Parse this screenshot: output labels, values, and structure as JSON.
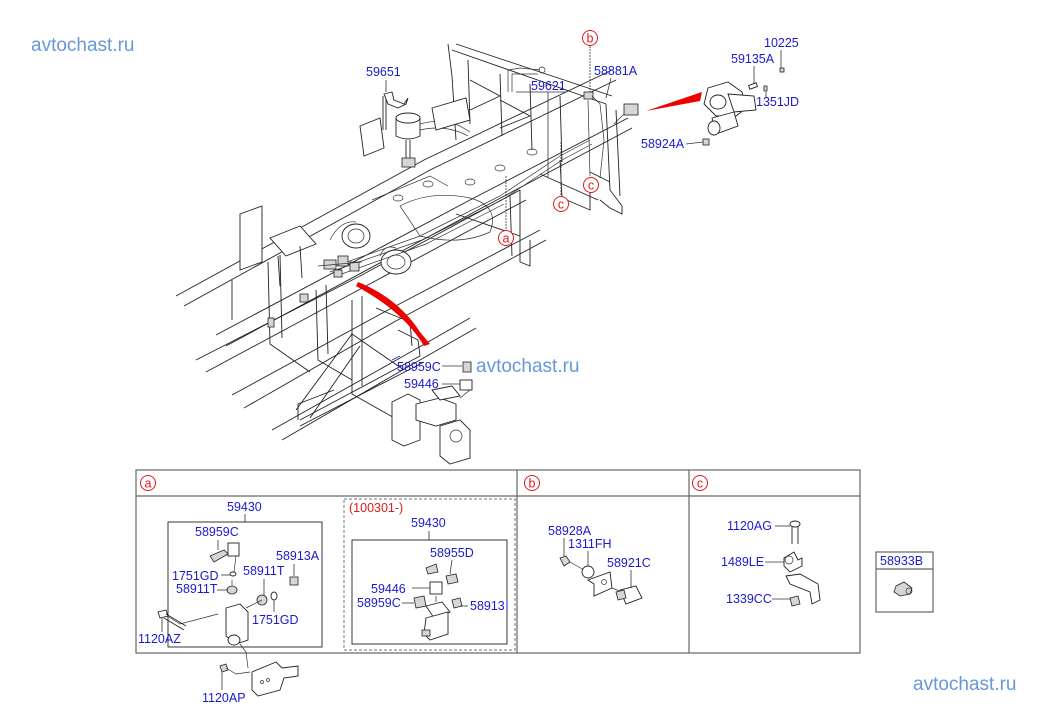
{
  "diagram": {
    "type": "exploded parts diagram",
    "subject": "Chassis frame with brake / ABS valve assemblies",
    "watermark_text": "avtochast.ru",
    "colors": {
      "label": "#1a1ad0",
      "ref_marker": "#e01a1a",
      "callout_arrow": "#ee0000",
      "watermark": "#5b8fd6",
      "line": "#222222",
      "frame": "#666666"
    },
    "main_view": {
      "labels": {
        "p59651": "59651",
        "p59621": "59621",
        "p58881A": "58881A",
        "p10225": "10225",
        "p59135A": "59135A",
        "p1351JD": "1351JD",
        "p58924A": "58924A",
        "p58959C": "58959C",
        "p59446": "59446"
      },
      "ref_markers": {
        "a": "a",
        "b": "b",
        "c1": "c",
        "c2": "c"
      }
    },
    "detail_panels": {
      "a": {
        "marker": "a",
        "assembly": "59430",
        "parts": {
          "p58959C": "58959C",
          "p58913A": "58913A",
          "p1751GD_1": "1751GD",
          "p58911T_1": "58911T",
          "p58911T_2": "58911T",
          "p1751GD_2": "1751GD",
          "p1120AZ": "1120AZ",
          "p1120AP": "1120AP"
        },
        "variant": {
          "date_code": "(100301-)",
          "assembly": "59430",
          "parts": {
            "p58955D": "58955D",
            "p59446": "59446",
            "p58959C": "58959C",
            "p58913": "58913"
          }
        }
      },
      "b": {
        "marker": "b",
        "parts": {
          "p58928A": "58928A",
          "p1311FH": "1311FH",
          "p58921C": "58921C"
        }
      },
      "c": {
        "marker": "c",
        "parts": {
          "p1120AG": "1120AG",
          "p1489LE": "1489LE",
          "p1339CC": "1339CC"
        }
      },
      "standalone": {
        "part": "58933B"
      }
    }
  }
}
